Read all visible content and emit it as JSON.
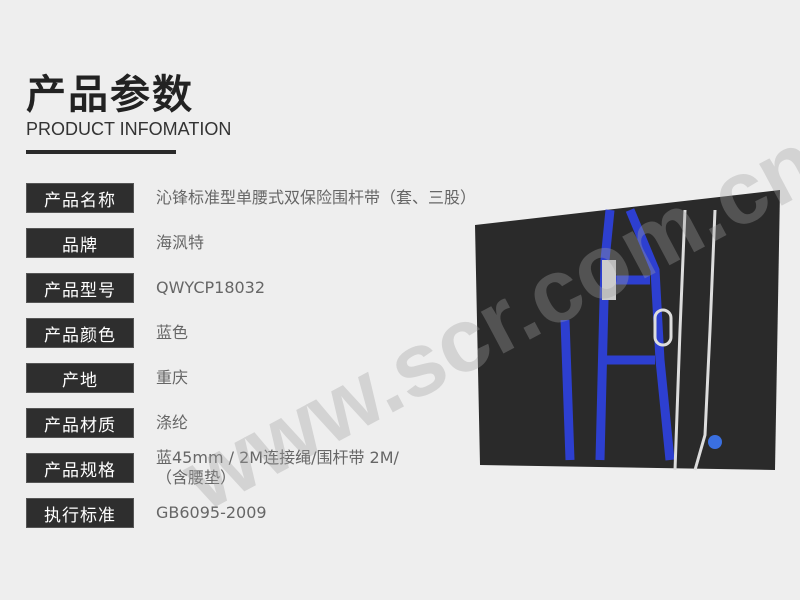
{
  "header": {
    "title": "产品参数",
    "subtitle": "PRODUCT INFOMATION"
  },
  "specs": [
    {
      "label": "产品名称",
      "value": "沁锋标准型单腰式双保险围杆带（套、三股）"
    },
    {
      "label": "品牌",
      "value": "海沨特"
    },
    {
      "label": "产品型号",
      "value": "QWYCP18032"
    },
    {
      "label": "产品颜色",
      "value": "蓝色"
    },
    {
      "label": "产地",
      "value": "重庆"
    },
    {
      "label": "产品材质",
      "value": "涤纶"
    },
    {
      "label": "产品规格",
      "value": "蓝45mm / 2M连接绳/围杆带 2M/（含腰垫）"
    },
    {
      "label": "执行标准",
      "value": "GB6095-2009"
    }
  ],
  "watermark": "www.scr.com.cn",
  "colors": {
    "strap": "#2d3fd0",
    "panel": "#2a2a2a"
  }
}
